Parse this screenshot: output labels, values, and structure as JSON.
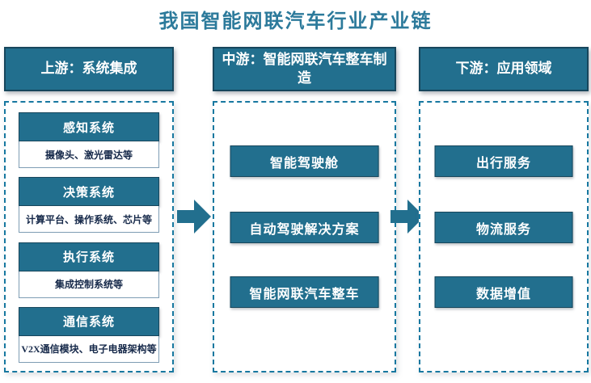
{
  "title": "我国智能网联汽车行业产业链",
  "columns": [
    {
      "id": "upstream",
      "header": "上游：系统集成",
      "items": [
        {
          "title": "感知系统",
          "subtitle": "摄像头、激光雷达等"
        },
        {
          "title": "决策系统",
          "subtitle": "计算平台、操作系统、芯片等"
        },
        {
          "title": "执行系统",
          "subtitle": "集成控制系统等"
        },
        {
          "title": "通信系统",
          "subtitle": "V2X通信模块、电子电器架构等"
        }
      ]
    },
    {
      "id": "midstream",
      "header": "中游：智能网联汽车整车制造",
      "items": [
        {
          "label": "智能驾驶舱"
        },
        {
          "label": "自动驾驶解决方案"
        },
        {
          "label": "智能网联汽车整车"
        }
      ]
    },
    {
      "id": "downstream",
      "header": "下游：应用领域",
      "items": [
        {
          "label": "出行服务"
        },
        {
          "label": "物流服务"
        },
        {
          "label": "数据增值"
        }
      ]
    }
  ],
  "icons": [
    {
      "name": "flow-arrow-icon",
      "shape": "right-block-arrow"
    }
  ],
  "colors": {
    "accent": "#226f8e",
    "accent_border": "#17465c",
    "dashed_border": "#1778a0",
    "title_text": "#2c7a9b",
    "item_text": "#16294a",
    "background": "#ffffff"
  }
}
